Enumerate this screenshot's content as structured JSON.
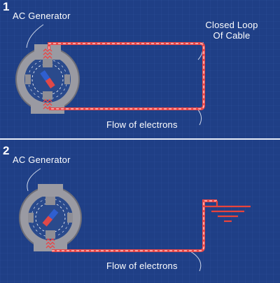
{
  "panels": [
    {
      "number": "1",
      "title": "AC Generator",
      "cable_label_line1": "Closed Loop",
      "cable_label_line2": "Of Cable",
      "flow_label": "Flow of electrons"
    },
    {
      "number": "2",
      "title": "AC Generator",
      "flow_label": "Flow of electrons"
    }
  ],
  "colors": {
    "background": "#1f3f86",
    "cable_wire": "#e84848",
    "cable_core": "#ffd8d8",
    "generator_body": "#9a9aa2",
    "ground_symbol": "#e8443c"
  },
  "icons": [
    "ac-generator-icon",
    "ground-symbol-icon",
    "coil-icon"
  ]
}
